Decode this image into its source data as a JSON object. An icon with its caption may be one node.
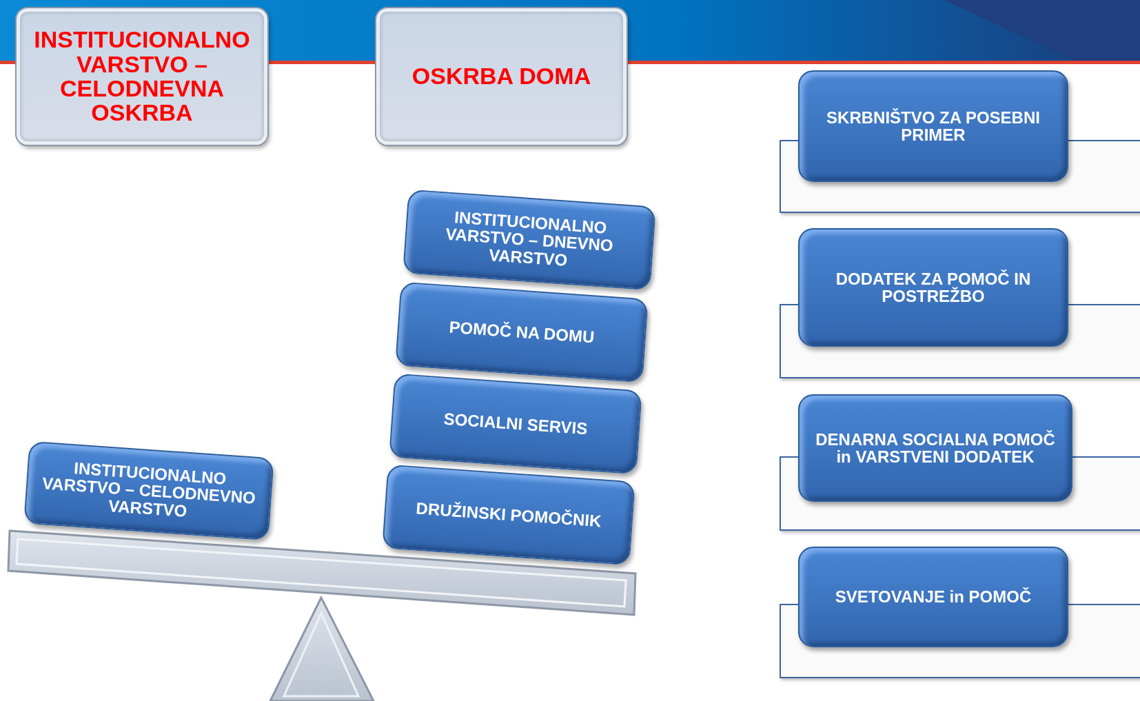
{
  "diagram": {
    "nodes": [
      {
        "text": [
          "INSTITUCIONALNO VARSTVO – CELODNEVNA OSKRBA"
        ]
      },
      {
        "text": [
          "OSKRBA DOMA"
        ]
      },
      {
        "text": [
          "INSTITUCIONALNO VARSTVO – CELODNEVNO VARSTVO"
        ]
      },
      {
        "text": [
          "INSTITUCIONALNO VARSTVO – DNEVNO VARSTVO"
        ]
      },
      {
        "text": [
          "POMOČ NA DOMU"
        ]
      },
      {
        "text": [
          "SOCIALNI SERVIS"
        ]
      },
      {
        "text": [
          "DRUŽINSKI POMOČNIK"
        ]
      },
      {
        "text": [
          "SKRBNIŠTVO ZA POSEBNI PRIMER"
        ]
      },
      {
        "text": [
          "DODATEK ZA POMOČ IN POSTREŽBO"
        ]
      },
      {
        "text": [
          "DENARNA SOCIALNA POMOČ in VARSTVENI DODATEK"
        ]
      },
      {
        "text": [
          "SVETOVANJE in POMOČ"
        ]
      }
    ]
  }
}
